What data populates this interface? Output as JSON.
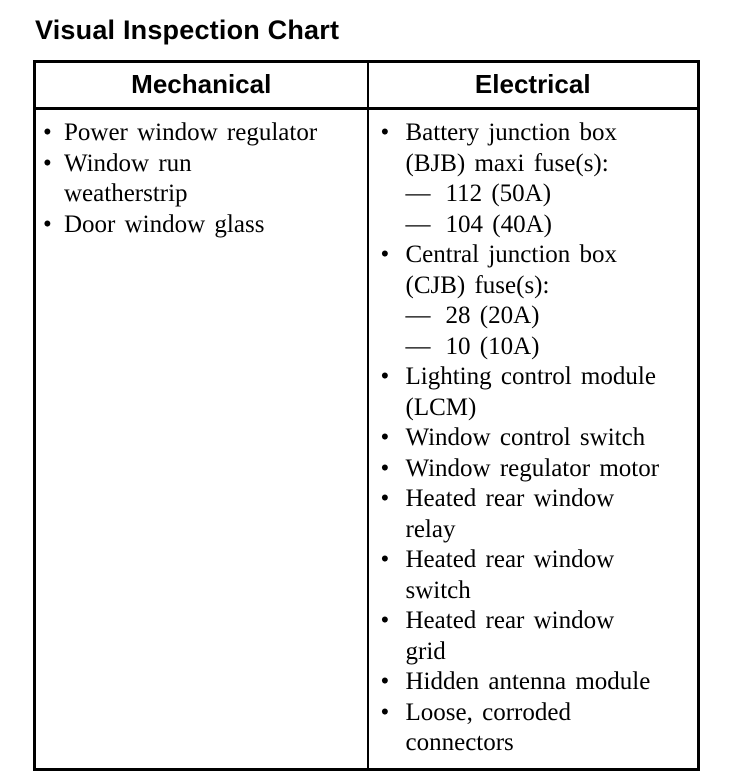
{
  "title": "Visual Inspection Chart",
  "markers": {
    "bullet": "•",
    "dash": "—"
  },
  "table": {
    "columns": [
      {
        "header": "Mechanical",
        "items": [
          {
            "text": "Power window regulator"
          },
          {
            "text": "Window run\nweatherstrip"
          },
          {
            "text": "Door window glass"
          }
        ]
      },
      {
        "header": "Electrical",
        "items": [
          {
            "text": "Battery junction box\n(BJB) maxi fuse(s):",
            "sub_items": [
              "112 (50A)",
              "104 (40A)"
            ]
          },
          {
            "text": "Central junction box\n(CJB) fuse(s):",
            "sub_items": [
              "28 (20A)",
              "10 (10A)"
            ]
          },
          {
            "text": "Lighting control module\n(LCM)"
          },
          {
            "text": "Window control switch"
          },
          {
            "text": "Window regulator motor"
          },
          {
            "text": "Heated rear window\nrelay"
          },
          {
            "text": "Heated rear window\nswitch"
          },
          {
            "text": "Heated rear window\ngrid"
          },
          {
            "text": "Hidden antenna module"
          },
          {
            "text": "Loose, corroded\nconnectors"
          }
        ]
      }
    ]
  }
}
